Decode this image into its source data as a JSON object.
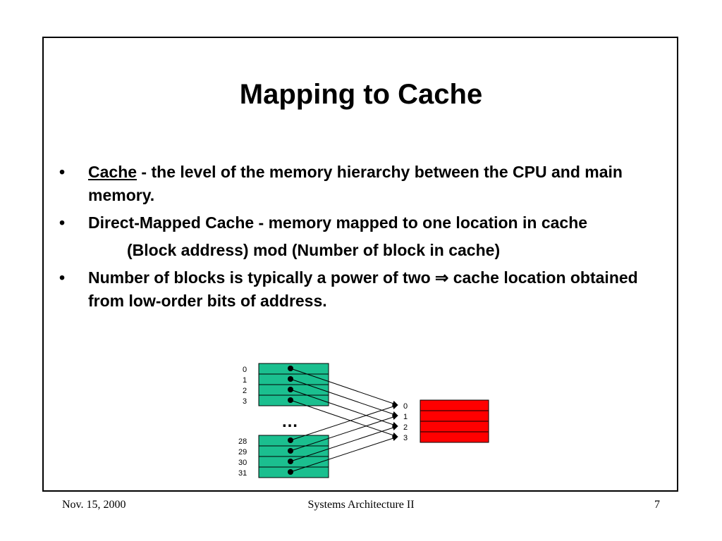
{
  "slide": {
    "title": "Mapping to Cache",
    "bullets": [
      {
        "marker": "•",
        "term": "Cache",
        "text": " - the level of the memory hierarchy between the CPU and main memory."
      },
      {
        "marker": "•",
        "text": "Direct-Mapped Cache - memory mapped to one location in cache"
      },
      {
        "marker": "•",
        "text_before": "Number of blocks is typically a power of two ",
        "arrow": "⇒",
        "text_after": " cache location obtained from low-order bits of address."
      }
    ],
    "formula": "(Block address) mod (Number of block in cache)"
  },
  "diagram": {
    "memory_top_labels": [
      "0",
      "1",
      "2",
      "3"
    ],
    "memory_bottom_labels": [
      "28",
      "29",
      "30",
      "31"
    ],
    "ellipsis": "…",
    "cache_labels": [
      "0",
      "1",
      "2",
      "3"
    ],
    "memory_color": "#1bbf8f",
    "cache_color": "#ff0000"
  },
  "footer": {
    "date": "Nov. 15, 2000",
    "course": "Systems Architecture II",
    "page": "7"
  }
}
